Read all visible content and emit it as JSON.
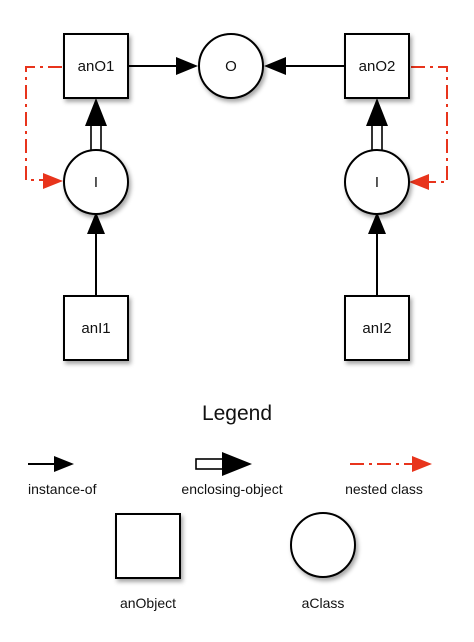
{
  "diagram": {
    "nodes": {
      "object_o1": "anO1",
      "class_o": "O",
      "object_o2": "anO2",
      "class_i_left": "I",
      "class_i_right": "I",
      "object_i1": "anI1",
      "object_i2": "anI2"
    }
  },
  "legend": {
    "title": "Legend",
    "instance_of": "instance-of",
    "enclosing_object": "enclosing-object",
    "nested_class": "nested class",
    "an_object": "anObject",
    "a_class": "aClass"
  },
  "colors": {
    "stroke": "#000000",
    "nested": "#e8341c",
    "fill": "#ffffff"
  }
}
